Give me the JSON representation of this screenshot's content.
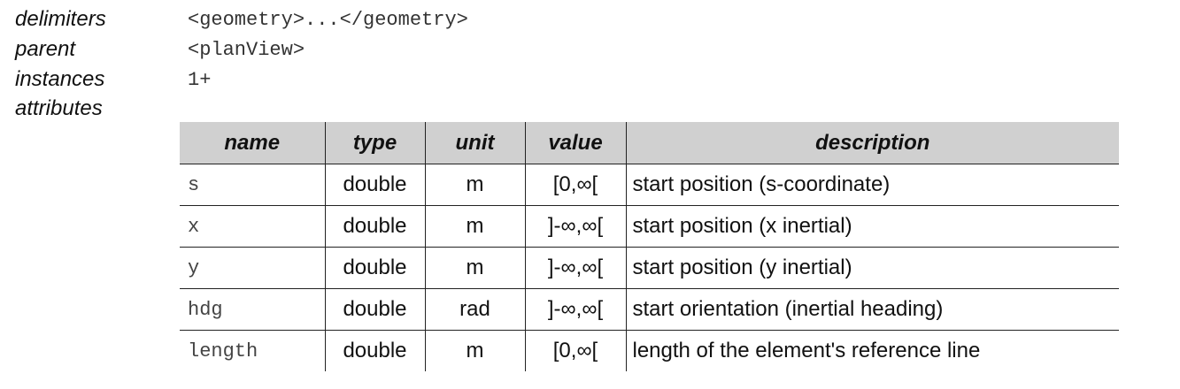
{
  "meta": [
    {
      "label": "delimiters",
      "value": "<geometry>...</geometry>"
    },
    {
      "label": "parent",
      "value": "<planView>"
    },
    {
      "label": "instances",
      "value": "1+"
    },
    {
      "label": "attributes",
      "value": ""
    }
  ],
  "table": {
    "headers": [
      "name",
      "type",
      "unit",
      "value",
      "description"
    ],
    "rows": [
      [
        "s",
        "double",
        "m",
        "[0,∞[",
        "start position (s-coordinate)"
      ],
      [
        "x",
        "double",
        "m",
        "]-∞,∞[",
        "start position (x inertial)"
      ],
      [
        "y",
        "double",
        "m",
        "]-∞,∞[",
        "start position (y inertial)"
      ],
      [
        "hdg",
        "double",
        "rad",
        "]-∞,∞[",
        "start orientation (inertial heading)"
      ],
      [
        "length",
        "double",
        "m",
        "[0,∞[",
        "length of the element's reference line"
      ]
    ]
  }
}
